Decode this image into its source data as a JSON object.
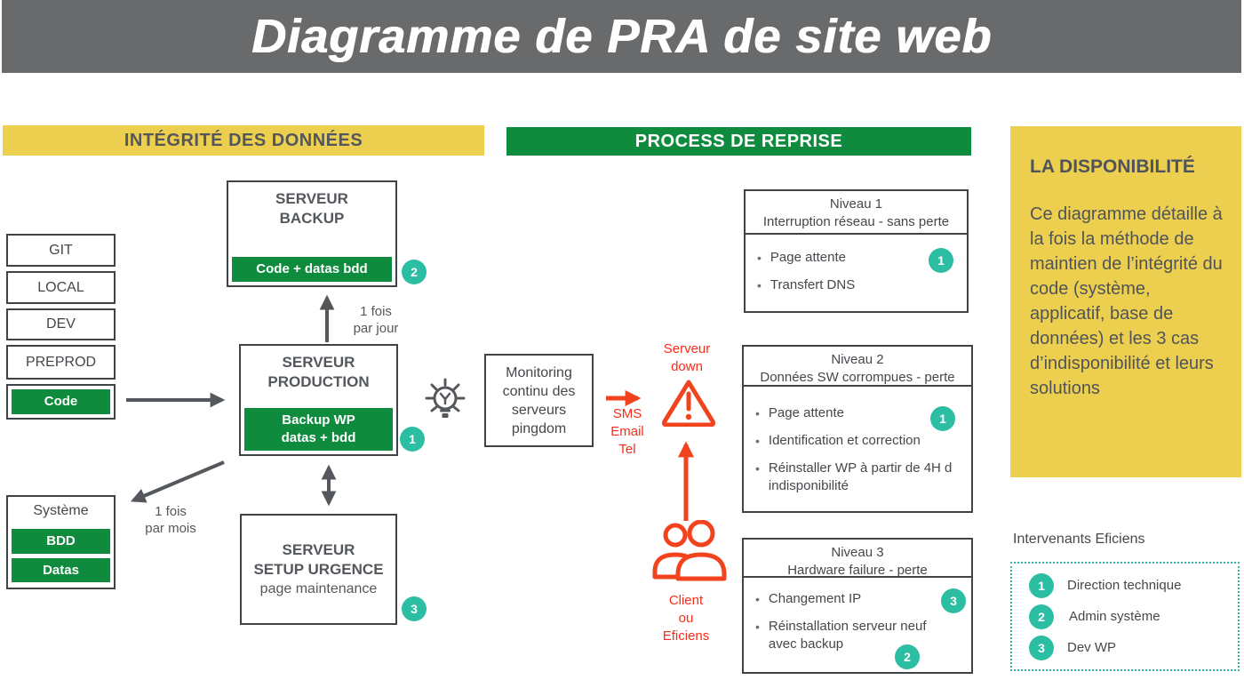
{
  "banner": {
    "title": "Diagramme de PRA de site web"
  },
  "headers": {
    "integrity": "INTÉGRITÉ DES DONNÉES",
    "process": "PROCESS DE REPRISE"
  },
  "env": {
    "git": "GIT",
    "local": "LOCAL",
    "dev": "DEV",
    "preprod": "PREPROD",
    "code": "Code"
  },
  "servers": {
    "backup": {
      "title": "SERVEUR\nBACKUP",
      "bar": "Code + datas bdd",
      "badge": "2"
    },
    "production": {
      "title": "SERVEUR\nPRODUCTION",
      "bar": "Backup WP\ndatas + bdd",
      "badge": "1"
    },
    "setup": {
      "title": "SERVEUR\nSETUP URGENCE",
      "subtitle": "page maintenance",
      "badge": "3"
    }
  },
  "systeme": {
    "title": "Système",
    "bdd": "BDD",
    "datas": "Datas"
  },
  "frequency": {
    "daily": "1 fois\npar jour",
    "monthly": "1 fois\npar mois"
  },
  "monitoring": {
    "text": "Monitoring\ncontinu des\nserveurs\npingdom"
  },
  "alert": {
    "server_down": "Serveur\ndown",
    "channels": "SMS\nEmail\nTel"
  },
  "client": {
    "label": "Client\nou\nEficiens"
  },
  "levels": [
    {
      "title": "Niveau 1",
      "subtitle": "Interruption réseau - sans perte",
      "items": [
        {
          "text": "Page attente",
          "badge": "1"
        },
        {
          "text": "Transfert DNS"
        }
      ]
    },
    {
      "title": "Niveau 2",
      "subtitle": "Données SW corrompues - perte",
      "items": [
        {
          "text": "Page attente",
          "badge": "1"
        },
        {
          "text": "Identification et correction"
        },
        {
          "text": "Réinstaller WP à partir de 4H d indisponibilité"
        }
      ]
    },
    {
      "title": "Niveau 3",
      "subtitle": "Hardware failure - perte",
      "items": [
        {
          "text": "Changement IP",
          "badge": "3"
        },
        {
          "text": "Réinstallation serveur neuf avec backup",
          "badge": "2"
        }
      ]
    }
  ],
  "availability": {
    "title": "LA DISPONIBILITÉ",
    "body": "Ce diagramme détaille à la fois la méthode de maintien de l’intégrité du code (système, applicatif, base de données) et les 3 cas d’indisponibilité et leurs solutions"
  },
  "legend": {
    "title": "Intervenants Eficiens",
    "items": [
      {
        "badge": "1",
        "label": "Direction technique"
      },
      {
        "badge": "2",
        "label": "Admin système"
      },
      {
        "badge": "3",
        "label": "Dev WP"
      }
    ]
  },
  "icons": {
    "bulb": "lightbulb-icon",
    "alert": "warning-triangle-icon",
    "people": "people-icon"
  },
  "colors": {
    "banner_gray": "#696A6B",
    "yellow": "#EDCF4F",
    "green": "#0F8B3D",
    "teal": "#2CBEA2",
    "red_text": "#FB2C18",
    "red_icon": "#F2431F",
    "border": "#3F4347",
    "arrow_gray": "#54585C"
  }
}
